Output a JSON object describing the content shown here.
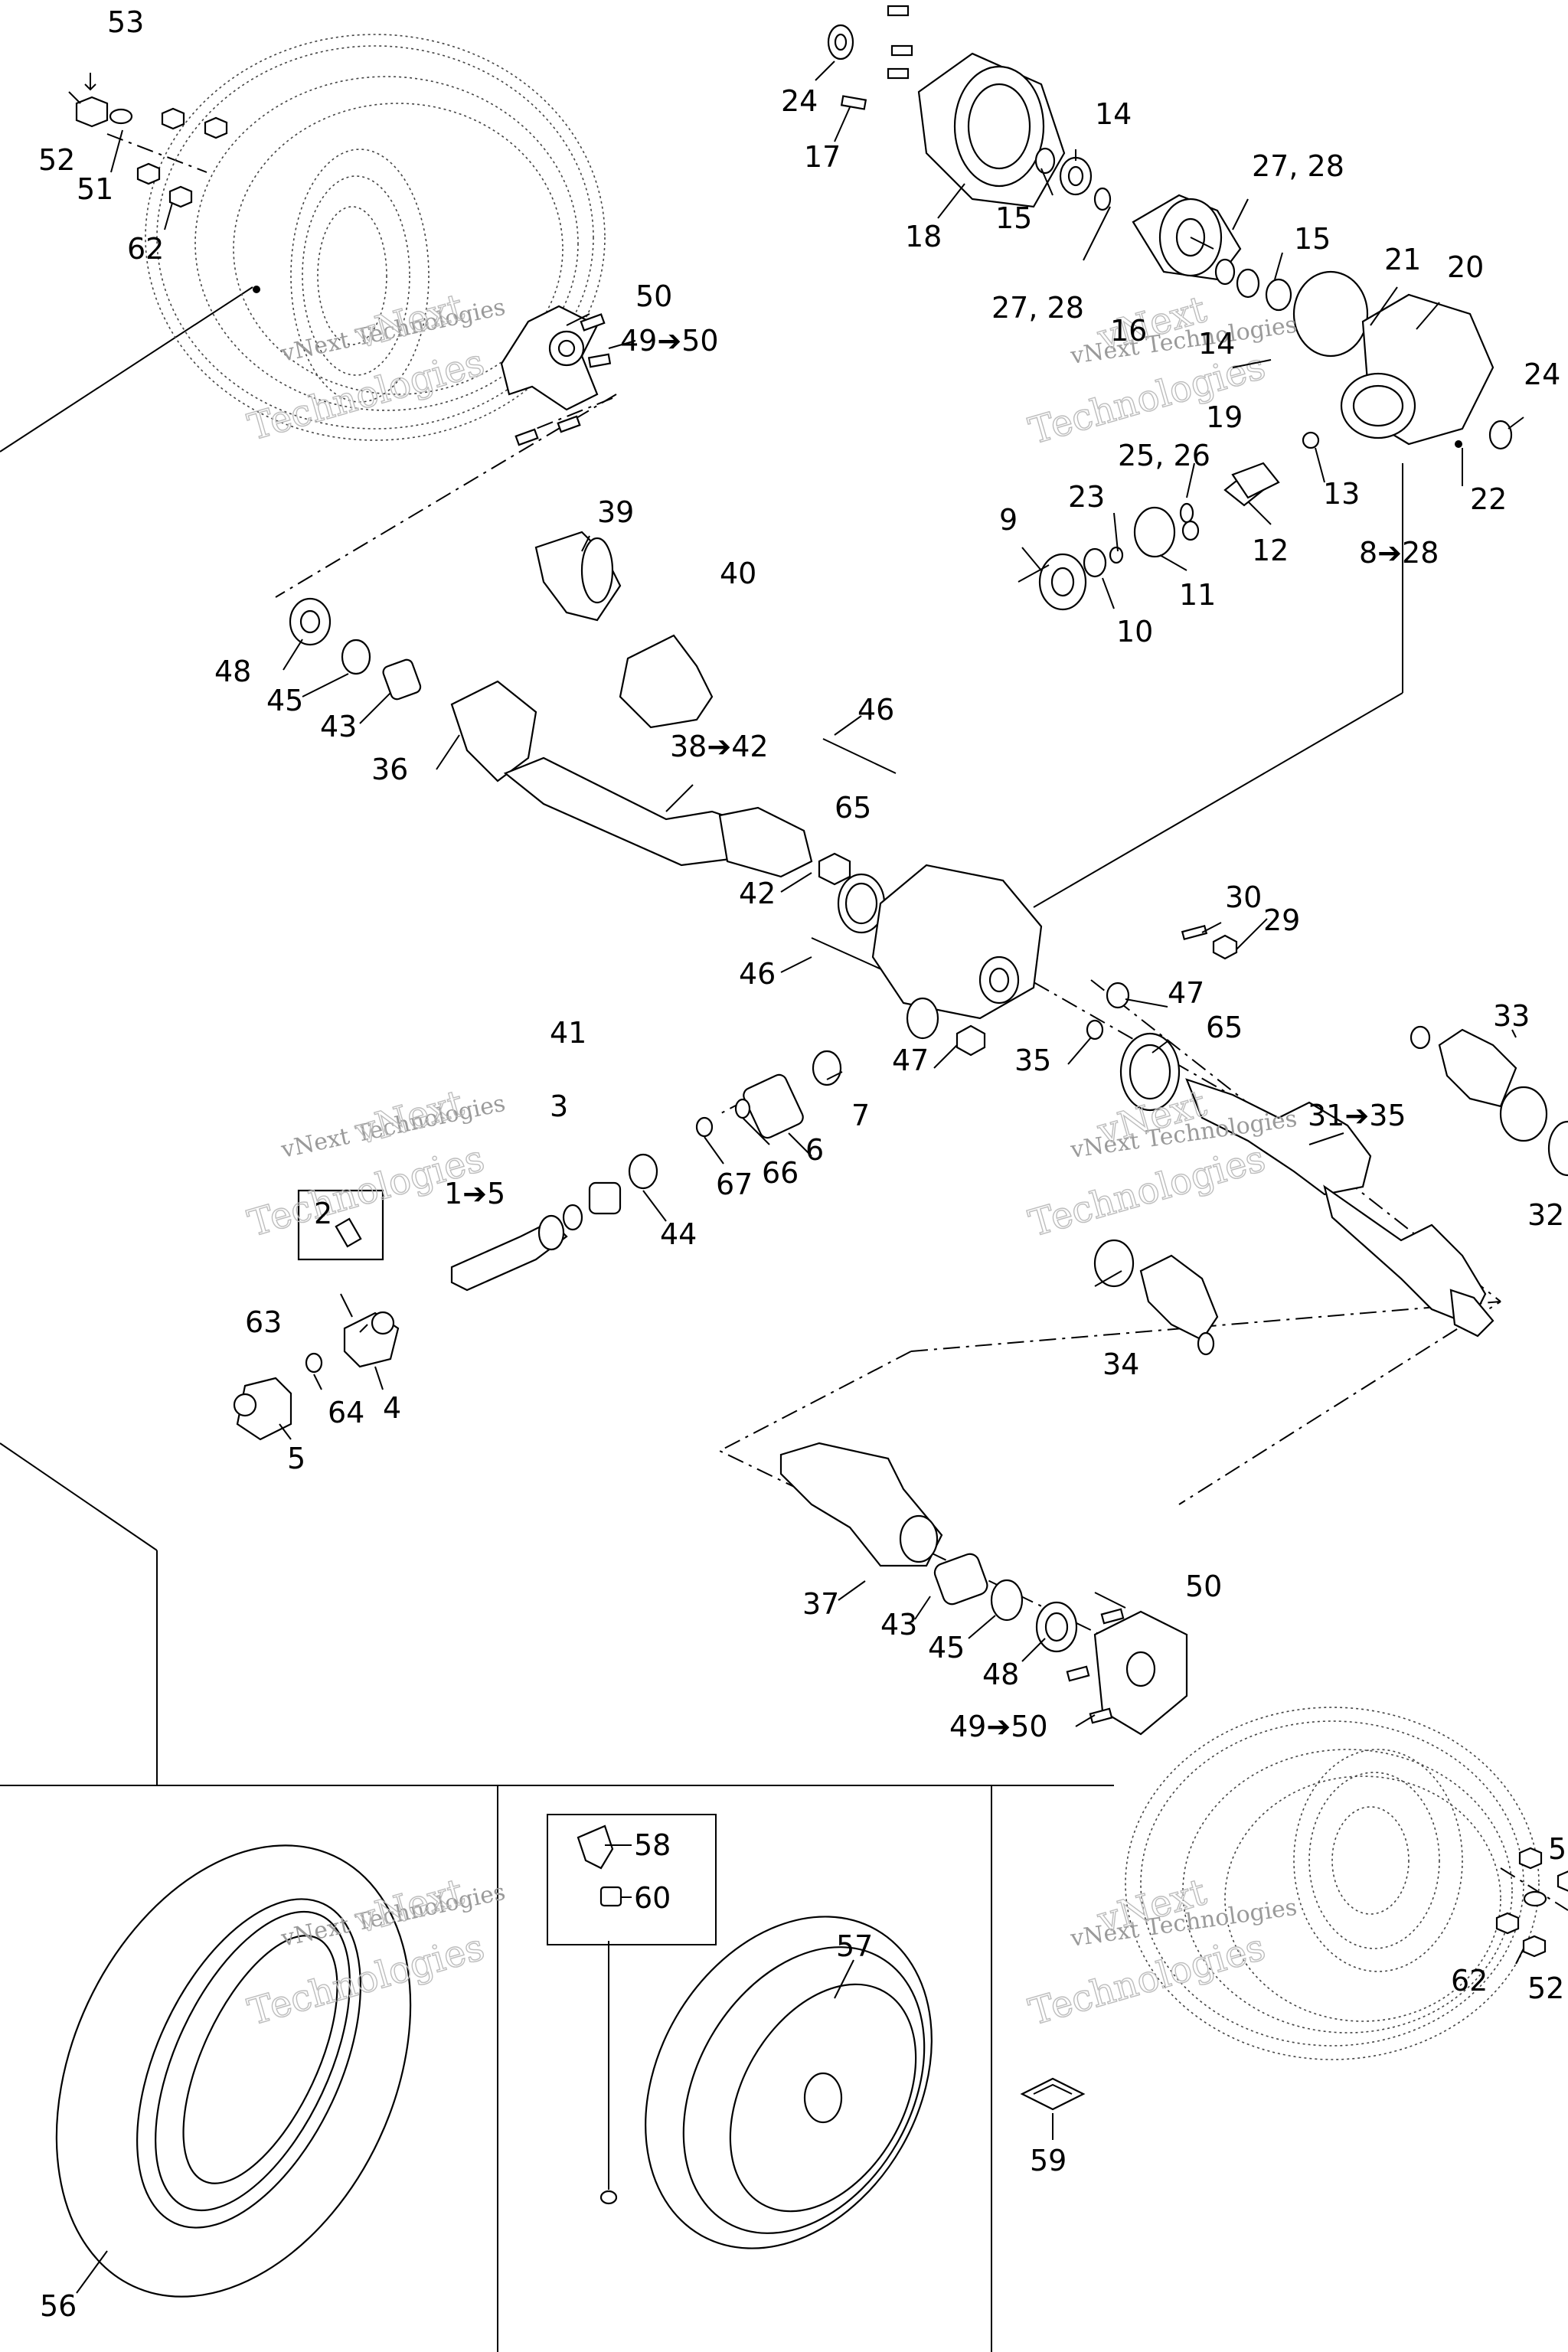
{
  "watermark": {
    "line1": "vNext Technologies",
    "line2": "vNext",
    "line3": "Technologies"
  },
  "callouts": [
    {
      "id": "c53",
      "text": "53"
    },
    {
      "id": "c52a",
      "text": "52"
    },
    {
      "id": "c51",
      "text": "51"
    },
    {
      "id": "c62a",
      "text": "62"
    },
    {
      "id": "c50a",
      "text": "50"
    },
    {
      "id": "c4950a",
      "text": "49➔50"
    },
    {
      "id": "c24a",
      "text": "24"
    },
    {
      "id": "c17",
      "text": "17"
    },
    {
      "id": "c18",
      "text": "18"
    },
    {
      "id": "c14a",
      "text": "14"
    },
    {
      "id": "c15a",
      "text": "15"
    },
    {
      "id": "c2728a",
      "text": "27, 28"
    },
    {
      "id": "c2728b",
      "text": "27, 28"
    },
    {
      "id": "c16",
      "text": "16"
    },
    {
      "id": "c14b",
      "text": "14"
    },
    {
      "id": "c15b",
      "text": "15"
    },
    {
      "id": "c21",
      "text": "21"
    },
    {
      "id": "c20",
      "text": "20"
    },
    {
      "id": "c19",
      "text": "19"
    },
    {
      "id": "c24b",
      "text": "24"
    },
    {
      "id": "c2526",
      "text": "25, 26"
    },
    {
      "id": "c23",
      "text": "23"
    },
    {
      "id": "c9",
      "text": "9"
    },
    {
      "id": "c13",
      "text": "13"
    },
    {
      "id": "c22",
      "text": "22"
    },
    {
      "id": "c12",
      "text": "12"
    },
    {
      "id": "c11",
      "text": "11"
    },
    {
      "id": "c10",
      "text": "10"
    },
    {
      "id": "c828",
      "text": "8➔28"
    },
    {
      "id": "c39",
      "text": "39"
    },
    {
      "id": "c40",
      "text": "40"
    },
    {
      "id": "c48a",
      "text": "48"
    },
    {
      "id": "c45a",
      "text": "45"
    },
    {
      "id": "c43a",
      "text": "43"
    },
    {
      "id": "c36",
      "text": "36"
    },
    {
      "id": "c3842",
      "text": "38➔42"
    },
    {
      "id": "c46a",
      "text": "46"
    },
    {
      "id": "c65a",
      "text": "65"
    },
    {
      "id": "c42",
      "text": "42"
    },
    {
      "id": "c46b",
      "text": "46"
    },
    {
      "id": "c41",
      "text": "41"
    },
    {
      "id": "c30",
      "text": "30"
    },
    {
      "id": "c29",
      "text": "29"
    },
    {
      "id": "c47a",
      "text": "47"
    },
    {
      "id": "c65b",
      "text": "65"
    },
    {
      "id": "c47b",
      "text": "47"
    },
    {
      "id": "c35",
      "text": "35"
    },
    {
      "id": "c33",
      "text": "33"
    },
    {
      "id": "c3135",
      "text": "31➔35"
    },
    {
      "id": "c32",
      "text": "32"
    },
    {
      "id": "c34",
      "text": "34"
    },
    {
      "id": "c3",
      "text": "3"
    },
    {
      "id": "c7",
      "text": "7"
    },
    {
      "id": "c6",
      "text": "6"
    },
    {
      "id": "c66",
      "text": "66"
    },
    {
      "id": "c67",
      "text": "67"
    },
    {
      "id": "c44",
      "text": "44"
    },
    {
      "id": "c15r",
      "text": "1➔5"
    },
    {
      "id": "c2",
      "text": "2"
    },
    {
      "id": "c63",
      "text": "63"
    },
    {
      "id": "c64",
      "text": "64"
    },
    {
      "id": "c4",
      "text": "4"
    },
    {
      "id": "c5",
      "text": "5"
    },
    {
      "id": "c37",
      "text": "37"
    },
    {
      "id": "c43b",
      "text": "43"
    },
    {
      "id": "c45b",
      "text": "45"
    },
    {
      "id": "c48b",
      "text": "48"
    },
    {
      "id": "c50b",
      "text": "50"
    },
    {
      "id": "c4950b",
      "text": "49➔50"
    },
    {
      "id": "c5x",
      "text": "5"
    },
    {
      "id": "c62b",
      "text": "62"
    },
    {
      "id": "c52b",
      "text": "52"
    },
    {
      "id": "c56",
      "text": "56"
    },
    {
      "id": "c58",
      "text": "58"
    },
    {
      "id": "c60",
      "text": "60"
    },
    {
      "id": "c57",
      "text": "57"
    },
    {
      "id": "c59",
      "text": "59"
    }
  ]
}
